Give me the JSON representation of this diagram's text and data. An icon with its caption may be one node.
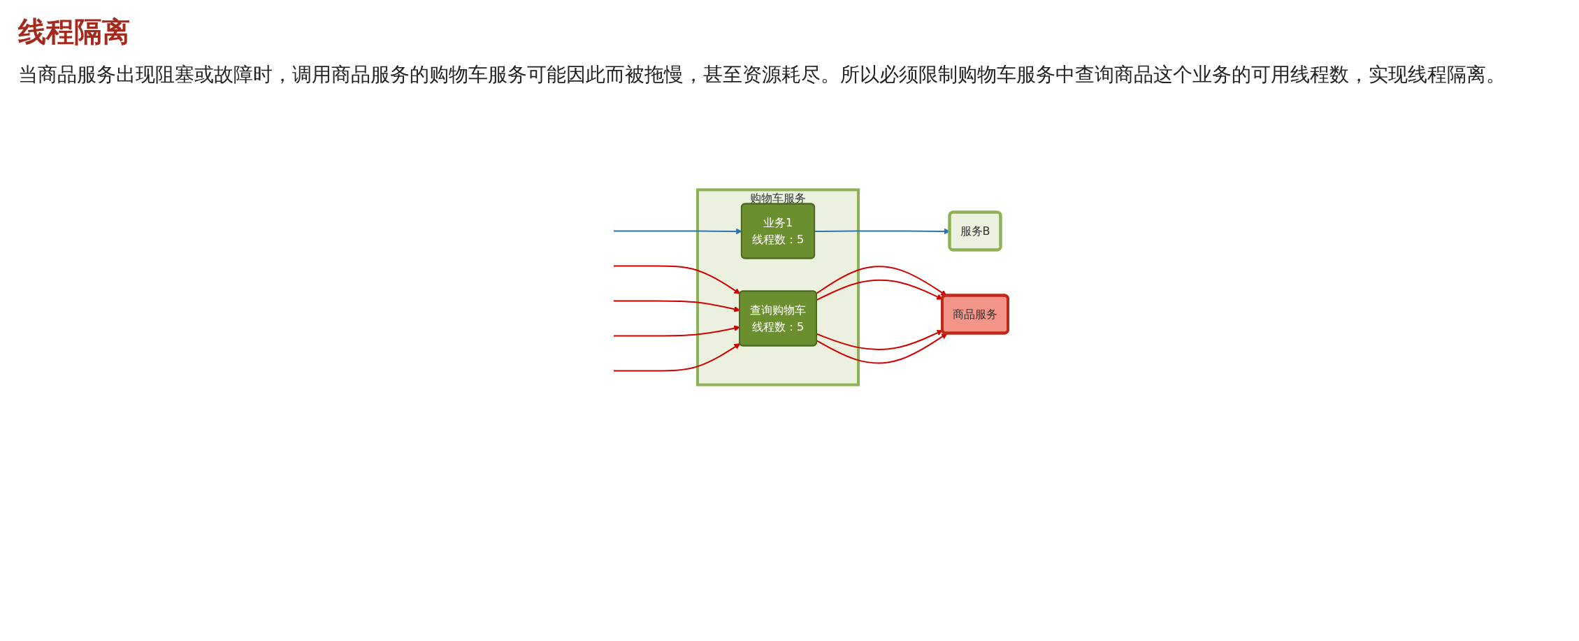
{
  "diagram": {
    "title": "线程隔离",
    "nodes": [
      {
        "text": [
          "购物车服务"
        ]
      },
      {
        "text": [
          "业务1",
          "线程数：5"
        ],
        "in": 0
      },
      {
        "text": [
          "查询购物车",
          "线程数：5"
        ],
        "in": 0
      },
      {
        "text": [
          "服务B"
        ]
      },
      {
        "text": [
          "商品服务"
        ]
      }
    ],
    "edges": [
      {
        "from": null,
        "to": 1,
        "arrow": "to",
        "color": "#2e75b6"
      },
      {
        "from": 1,
        "to": 3,
        "arrow": "to",
        "color": "#2e75b6"
      },
      {
        "from": null,
        "to": 2,
        "arrow": "to"
      },
      {
        "from": null,
        "to": 2,
        "arrow": "to"
      },
      {
        "from": null,
        "to": 2,
        "arrow": "to"
      },
      {
        "from": null,
        "to": 2,
        "arrow": "to"
      },
      {
        "from": 2,
        "to": 4,
        "arrow": "to"
      },
      {
        "from": 2,
        "to": 4,
        "arrow": "to"
      },
      {
        "from": 2,
        "to": 4,
        "arrow": "to"
      },
      {
        "from": 2,
        "to": 4,
        "arrow": "to"
      }
    ],
    "labels": [
      "当商品服务出现阻塞或故障时，调用商品服务的购物车服务可能因此而被拖慢，甚至资源耗尽。所以必须限制购物车服务中查询商品这个业务的可用线程数，实现线程隔离。"
    ]
  }
}
